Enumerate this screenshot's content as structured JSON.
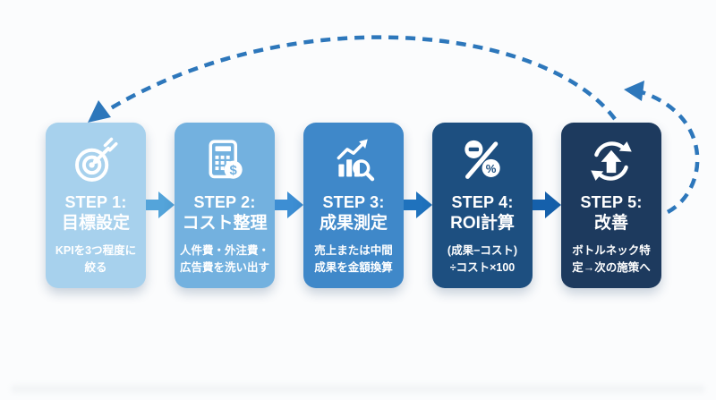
{
  "background_color": "#fbfcfd",
  "loop": {
    "color": "#2d77bb",
    "style": "dashed"
  },
  "steps": [
    {
      "label": "STEP 1:",
      "name": "目標設定",
      "description": "KPIを3つ程度に\n絞る",
      "icon": "target-dartboard-icon",
      "color": "#a7d1ed"
    },
    {
      "label": "STEP 2:",
      "name": "コスト整理",
      "description": "人件費・外注費・\n広告費を洗い出す",
      "icon": "calculator-dollar-icon",
      "color": "#73b1df"
    },
    {
      "label": "STEP 3:",
      "name": "成果測定",
      "description": "売上または中間\n成果を金額換算",
      "icon": "bar-chart-magnifier-icon",
      "color": "#3f88c9"
    },
    {
      "label": "STEP 4:",
      "name": "ROI計算",
      "description": "(成果−コスト)\n÷コスト×100",
      "icon": "percent-minus-icon",
      "color": "#1d4f80"
    },
    {
      "label": "STEP 5:",
      "name": "改善",
      "description": "ボトルネック特\n定→次の施策へ",
      "icon": "cycle-up-arrow-icon",
      "color": "#1d3a5e"
    }
  ],
  "connectors": [
    {
      "color": "#54a4da"
    },
    {
      "color": "#3d8ed3"
    },
    {
      "color": "#1f72bd"
    },
    {
      "color": "#1560ab"
    }
  ],
  "icon_glyphs": {
    "dollar": "$",
    "percent": "%"
  }
}
